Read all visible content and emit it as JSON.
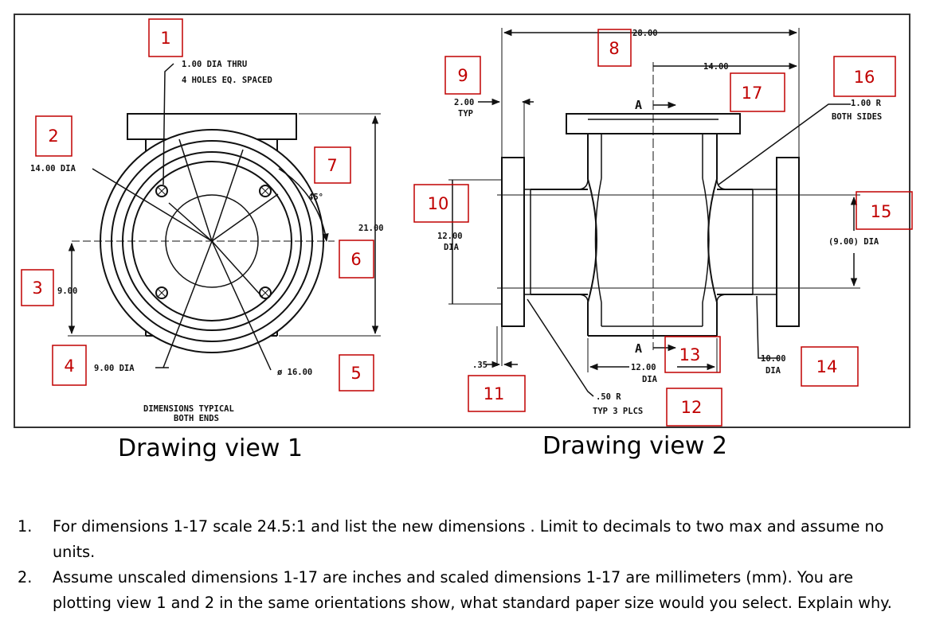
{
  "captions": {
    "view1": "Drawing view 1",
    "view2": "Drawing view 2"
  },
  "tags": [
    "1",
    "2",
    "3",
    "4",
    "5",
    "6",
    "7",
    "8",
    "9",
    "10",
    "11",
    "12",
    "13",
    "14",
    "15",
    "16",
    "17"
  ],
  "view1": {
    "holes_line1": "1.00 DIA THRU",
    "holes_line2": "4 HOLES EQ. SPACED",
    "dia_14": "14.00 DIA",
    "angle_45": "45°",
    "height_21": "21.00",
    "height_9": "9.00",
    "dia_9": "9.00 DIA",
    "dia_16": "ø 16.00",
    "note_line1": "DIMENSIONS TYPICAL",
    "note_line2": "BOTH ENDS"
  },
  "view2": {
    "width_28": "28.00",
    "width_14": "14.00",
    "section_a": "A",
    "typ_2_line1": "2.00",
    "typ_2_line2": "TYP",
    "radius_1_line1": "1.00 R",
    "radius_1_line2": "BOTH SIDES",
    "dia_12_line1": "12.00",
    "dia_12_line2": "DIA",
    "dia_9_paren": "(9.00) DIA",
    "dim_035": ".35",
    "bottom_12_line1": "12.00",
    "bottom_12_line2": "DIA",
    "dia_10_line1": "10.00",
    "dia_10_line2": "DIA",
    "radius_050_line1": ".50 R",
    "radius_050_line2": "TYP 3 PLCS"
  },
  "questions": [
    {
      "number": "1.",
      "text": "For dimensions 1-17 scale 24.5:1 and list the new dimensions . Limit to decimals to two max and assume no units."
    },
    {
      "number": "2.",
      "text": "Assume unscaled dimensions 1-17 are inches and scaled dimensions 1-17 are millimeters (mm). You are plotting view 1 and 2 in the same orientations show, what standard paper size would you select. Explain why."
    }
  ]
}
